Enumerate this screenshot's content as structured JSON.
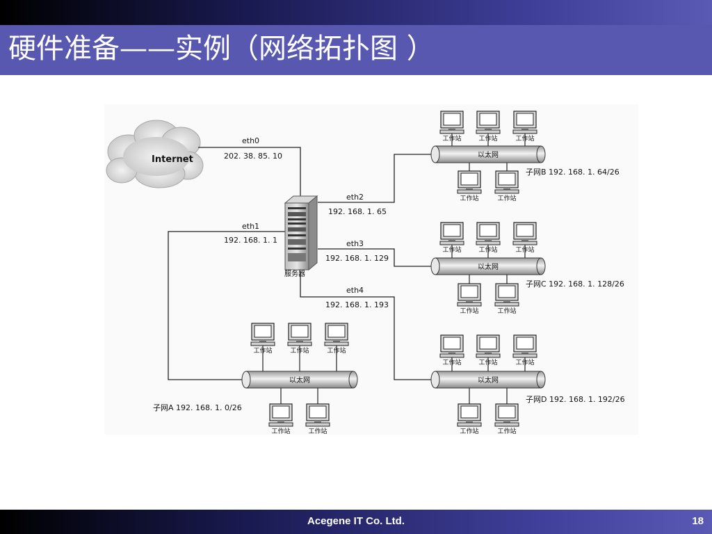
{
  "slide": {
    "title": "硬件准备——实例（网络拓扑图 ）",
    "footer_company": "Acegene IT Co. Ltd.",
    "page_number": "18"
  },
  "diagram": {
    "internet_label": "Internet",
    "server_label": "服务器",
    "ethernet_label": "以太网",
    "workstation_label": "工作站",
    "interfaces": [
      {
        "name": "eth0",
        "ip": "202. 38. 85. 10"
      },
      {
        "name": "eth1",
        "ip": "192. 168. 1. 1"
      },
      {
        "name": "eth2",
        "ip": "192. 168. 1. 65"
      },
      {
        "name": "eth3",
        "ip": "192. 168. 1. 129"
      },
      {
        "name": "eth4",
        "ip": "192. 168. 1. 193"
      }
    ],
    "subnets": [
      {
        "id": "A",
        "label": "子网A 192. 168. 1. 0/26"
      },
      {
        "id": "B",
        "label": "子网B 192. 168.   1. 64/26"
      },
      {
        "id": "C",
        "label": "子网C 192. 168.   1. 128/26"
      },
      {
        "id": "D",
        "label": "子网D 192. 168.   1. 192/26"
      }
    ]
  },
  "colors": {
    "title_band": "#5858b0",
    "title_text": "#ffffff"
  }
}
